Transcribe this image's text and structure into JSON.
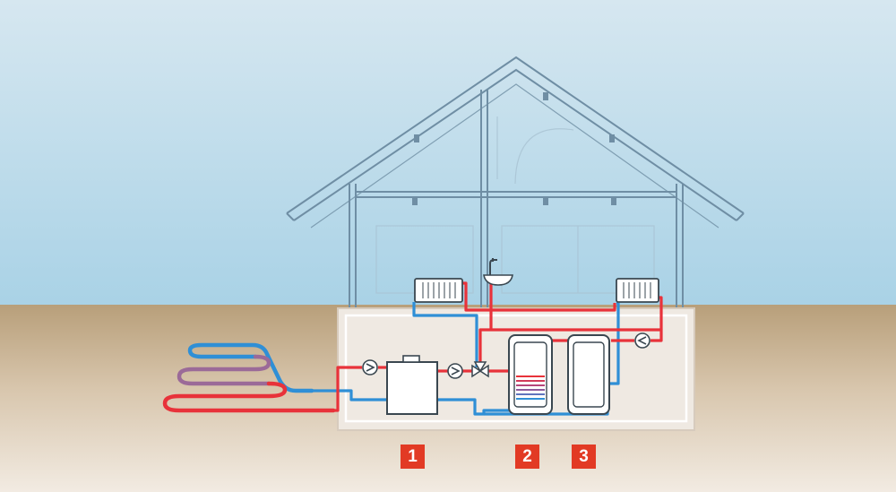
{
  "diagram": {
    "colors": {
      "sky_top": "#d6e7f0",
      "sky_bottom": "#a9d2e6",
      "ground_top": "#b89f7a",
      "ground_bottom": "#f2ebe2",
      "house_line": "#6f8ea4",
      "hot_pipe": "#e8323a",
      "cold_pipe": "#2f8fd6",
      "badge": "#e23a24"
    },
    "labels": [
      {
        "id": "1",
        "text": "1"
      },
      {
        "id": "2",
        "text": "2"
      },
      {
        "id": "3",
        "text": "3"
      }
    ]
  }
}
